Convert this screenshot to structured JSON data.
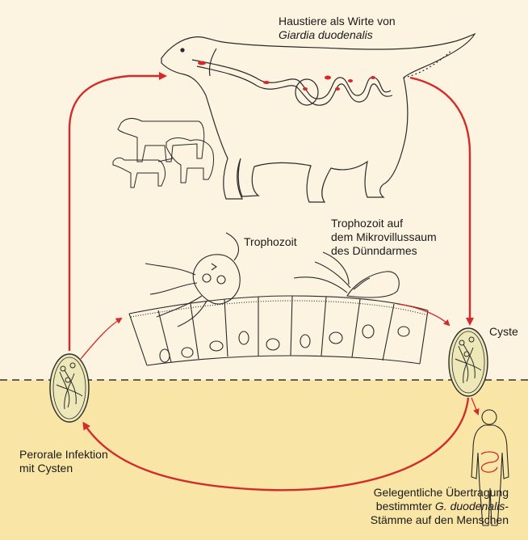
{
  "labels": {
    "host_line1": "Haustiere als Wirte von",
    "host_line2": "Giardia duodenalis",
    "trophozoite": "Trophozoit",
    "troph_mucosa_line1": "Trophozoit auf",
    "troph_mucosa_line2": "dem Mikrovillussaum",
    "troph_mucosa_line3": "des Dünndarmes",
    "cyst": "Cyste",
    "infection_line1": "Perorale Infektion",
    "infection_line2": "mit Cysten",
    "transfer_line1": "Gelegentliche Übertragung",
    "transfer_line2_a": "bestimmter ",
    "transfer_line2_b": "G. duodenalis",
    "transfer_line2_c": "-",
    "transfer_line3": "Stämme auf den Menschen"
  },
  "colors": {
    "background_top": "#fdf3e1",
    "background_bottom": "#f9e6a6",
    "arrow": "#d42a2a",
    "line_art": "#2a2a2a",
    "cyst_fill": "#eee8b8",
    "divider": "#333333"
  }
}
